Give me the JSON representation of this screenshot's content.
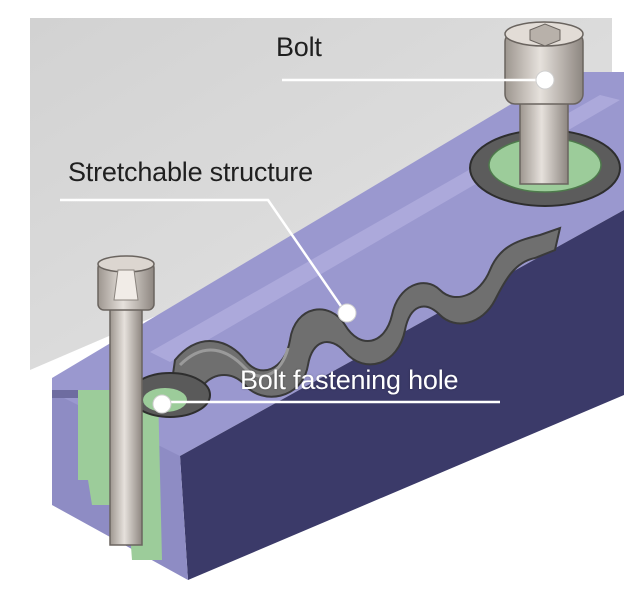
{
  "labels": {
    "bolt": "Bolt",
    "stretchable_structure": "Stretchable structure",
    "bolt_fastening_hole": "Bolt fastening hole"
  },
  "colors": {
    "background_panel": "#d8d8d8",
    "purple_plate": "#9a98cf",
    "dark_block": "#3c3c6a",
    "green_insert": "#9ccc9a",
    "gray_structure": "#6f6f6f",
    "bolt_metal": "#c9c3bd"
  }
}
